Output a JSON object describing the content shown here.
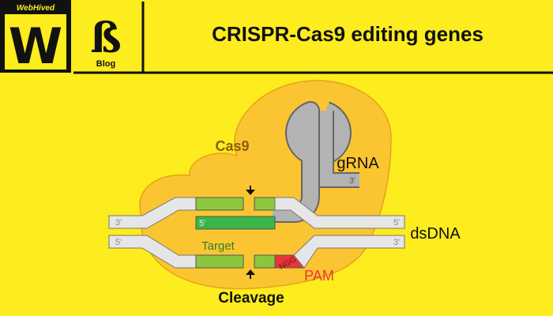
{
  "logo": {
    "text": "WebHived",
    "letter": "W"
  },
  "blog": {
    "letter": "ß",
    "label": "Blog"
  },
  "title": "CRISPR-Cas9 editing genes",
  "diagram": {
    "cas9_label": "Cas9",
    "grna_label": "gRNA",
    "grna_end": "3'",
    "dsdna_label": "dsDNA",
    "strand_top_left": "3'",
    "strand_top_right": "5'",
    "strand_bottom_left": "5'",
    "strand_bottom_right": "3'",
    "grna_strand_end": "5'",
    "target_label": "Target",
    "pam_sequence": "NGG",
    "pam_label": "PAM",
    "cleavage_label": "Cleavage"
  },
  "colors": {
    "background": "#fdec1e",
    "cas9": "#fbc531",
    "cas9_stroke": "#e8a21a",
    "grna": "#b3b3b3",
    "target": "#8cc63f",
    "guide": "#39b54a",
    "pam": "#e8363a",
    "header_black": "#111111"
  }
}
